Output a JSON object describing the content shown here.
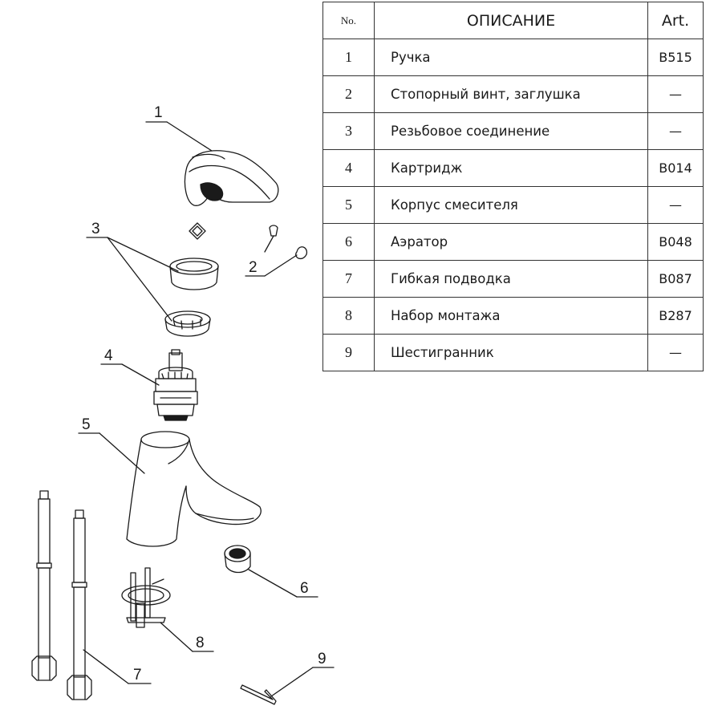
{
  "table": {
    "headers": {
      "no": "No.",
      "description": "ОПИСАНИЕ",
      "art": "Art."
    },
    "rows": [
      {
        "no": "1",
        "description": "Ручка",
        "art": "B515"
      },
      {
        "no": "2",
        "description": "Стопорный винт, заглушка",
        "art": "—"
      },
      {
        "no": "3",
        "description": "Резьбовое соединение",
        "art": "—"
      },
      {
        "no": "4",
        "description": "Картридж",
        "art": "B014"
      },
      {
        "no": "5",
        "description": "Корпус смесителя",
        "art": "—"
      },
      {
        "no": "6",
        "description": "Аэратор",
        "art": "B048"
      },
      {
        "no": "7",
        "description": "Гибкая подводка",
        "art": "B087"
      },
      {
        "no": "8",
        "description": "Набор монтажа",
        "art": "B287"
      },
      {
        "no": "9",
        "description": "Шестигранник",
        "art": "—"
      }
    ]
  },
  "callouts": {
    "c1": "1",
    "c2": "2",
    "c3": "3",
    "c4": "4",
    "c5": "5",
    "c6": "6",
    "c7": "7",
    "c8": "8",
    "c9": "9"
  }
}
